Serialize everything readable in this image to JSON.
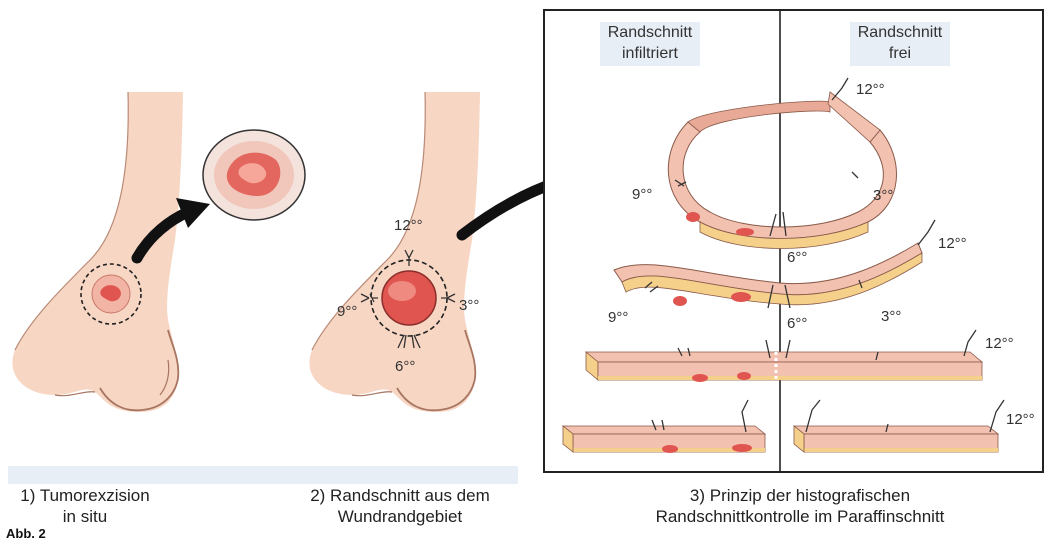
{
  "figure_label": "Abb. 2",
  "panel1": {
    "caption_line1": "1) Tumorexzision",
    "caption_line2": "in situ"
  },
  "panel2": {
    "caption_line1": "2) Randschnitt aus dem",
    "caption_line2": "Wundrandgebiet",
    "clock_12": "12°°",
    "clock_3": "3°°",
    "clock_6": "6°°",
    "clock_9": "9°°"
  },
  "panel3": {
    "caption_line1": "3) Prinzip der histografischen",
    "caption_line2": "Randschnittkontrolle im Paraffinschnitt",
    "left_header_line1": "Randschnitt",
    "left_header_line2": "infiltriert",
    "right_header_line1": "Randschnitt",
    "right_header_line2": "frei",
    "ring_12": "12°°",
    "ring_9": "9°°",
    "ring_3": "3°°",
    "ring_6": "6°°",
    "band_12": "12°°",
    "band_9": "9°°",
    "band_6": "6°°",
    "band_3": "3°°",
    "strip_12": "12°°",
    "cut_12": "12°°"
  },
  "colors": {
    "skin": "#f7d6c4",
    "skin_shadow": "#e3b49c",
    "tumor": "#e0554f",
    "tissue_ring": "#f3c1b0",
    "tissue_edge": "#f4d08a",
    "caption_bar": "#e8eef6",
    "frame": "#222222"
  }
}
